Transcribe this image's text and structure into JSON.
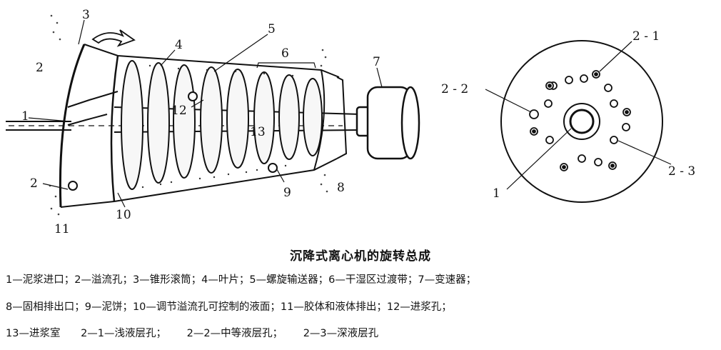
{
  "figure": {
    "labels": {
      "n1": "1",
      "n2a": "2",
      "n2b": "2",
      "n3": "3",
      "n4": "4",
      "n5": "5",
      "n6": "6",
      "n7": "7",
      "n8": "8",
      "n9": "9",
      "n10": "10",
      "n11": "11",
      "n12": "12",
      "n13": "13",
      "r2_1": "2 - 1",
      "r2_2": "2 - 2",
      "r2_3": "2 - 3",
      "r1": "1"
    }
  },
  "caption": "沉降式离心机的旋转总成",
  "legend": {
    "line1": "1—泥浆进口；2—溢流孔；3—锥形滚筒；4—叶片；5—螺旋输送器；6—干湿区过渡带；7—变速器；",
    "line2": "8—固相排出口；9—泥饼；10—调节溢流孔可控制的液面；11—胶体和液体排出；12—进浆孔；",
    "line3a": "13—进浆室",
    "line3b": "2—1—浅液层孔；",
    "line3c": "2—2—中等液层孔；",
    "line3d": "2—3—深液层孔"
  }
}
